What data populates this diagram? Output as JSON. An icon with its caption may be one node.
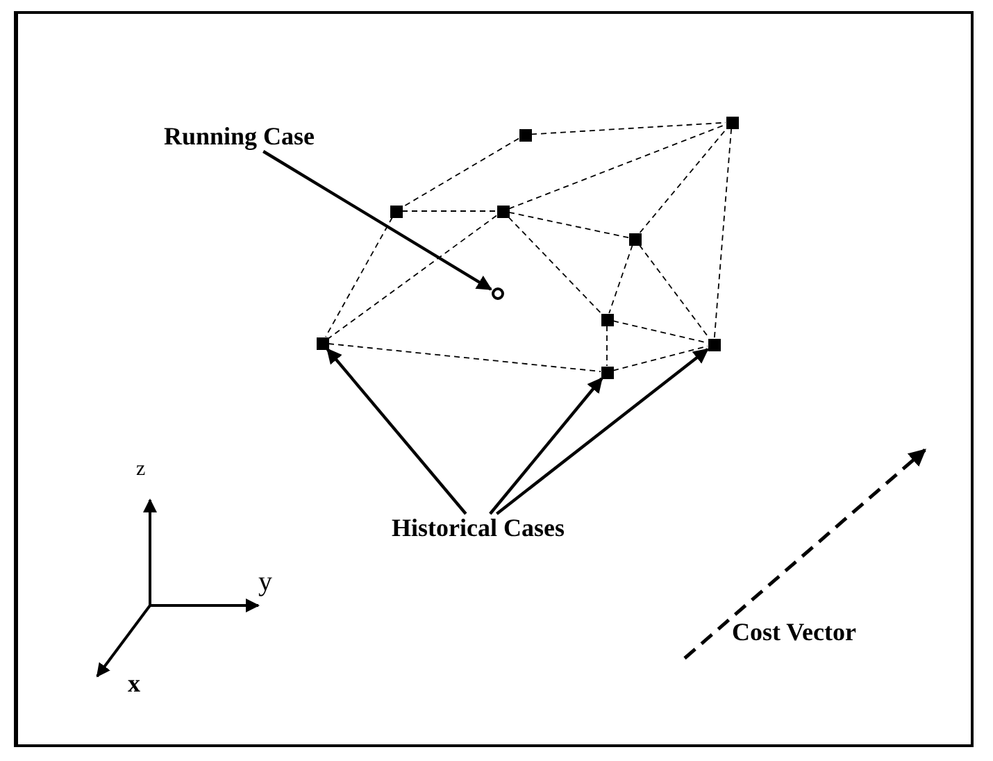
{
  "diagram": {
    "nodes": [
      {
        "text": [
          "Running Case"
        ]
      },
      {
        "text": [],
        "shape": "circle"
      },
      {
        "text": [
          "Historical Cases"
        ]
      },
      {
        "text": [],
        "shape": "box"
      },
      {
        "text": [],
        "shape": "box"
      },
      {
        "text": [],
        "shape": "box"
      },
      {
        "text": [],
        "shape": "box"
      },
      {
        "text": [],
        "shape": "box"
      },
      {
        "text": [],
        "shape": "box"
      },
      {
        "text": [],
        "shape": "box"
      },
      {
        "text": [],
        "shape": "box"
      },
      {
        "text": [],
        "shape": "box"
      }
    ],
    "edges": [
      {
        "from": 0,
        "to": 1,
        "arrow": "to"
      },
      {
        "from": 2,
        "to": 11,
        "arrow": "to"
      },
      {
        "from": 2,
        "to": 10,
        "arrow": "to"
      },
      {
        "from": 2,
        "to": 9,
        "arrow": "to"
      },
      {
        "from": 5,
        "to": 3,
        "arrow": "none",
        "style": "dashed"
      },
      {
        "from": 3,
        "to": 4,
        "arrow": "none",
        "style": "dashed"
      },
      {
        "from": 3,
        "to": 11,
        "arrow": "none",
        "style": "dashed"
      },
      {
        "from": 4,
        "to": 11,
        "arrow": "none",
        "style": "dashed"
      },
      {
        "from": 5,
        "to": 6,
        "arrow": "none",
        "style": "dashed"
      },
      {
        "from": 4,
        "to": 6,
        "arrow": "none",
        "style": "dashed"
      },
      {
        "from": 4,
        "to": 7,
        "arrow": "none",
        "style": "dashed"
      },
      {
        "from": 7,
        "to": 6,
        "arrow": "none",
        "style": "dashed"
      },
      {
        "from": 4,
        "to": 8,
        "arrow": "none",
        "style": "dashed"
      },
      {
        "from": 7,
        "to": 8,
        "arrow": "none",
        "style": "dashed"
      },
      {
        "from": 7,
        "to": 9,
        "arrow": "none",
        "style": "dashed"
      },
      {
        "from": 6,
        "to": 9,
        "arrow": "none",
        "style": "dashed"
      },
      {
        "from": 8,
        "to": 9,
        "arrow": "none",
        "style": "dashed"
      },
      {
        "from": 10,
        "to": 9,
        "arrow": "none",
        "style": "dashed"
      },
      {
        "from": 8,
        "to": 10,
        "arrow": "none",
        "style": "dashed"
      },
      {
        "from": 11,
        "to": 10,
        "arrow": "none",
        "style": "dashed"
      }
    ],
    "labels": [
      "z",
      "y",
      "x",
      "Cost Vector"
    ]
  }
}
